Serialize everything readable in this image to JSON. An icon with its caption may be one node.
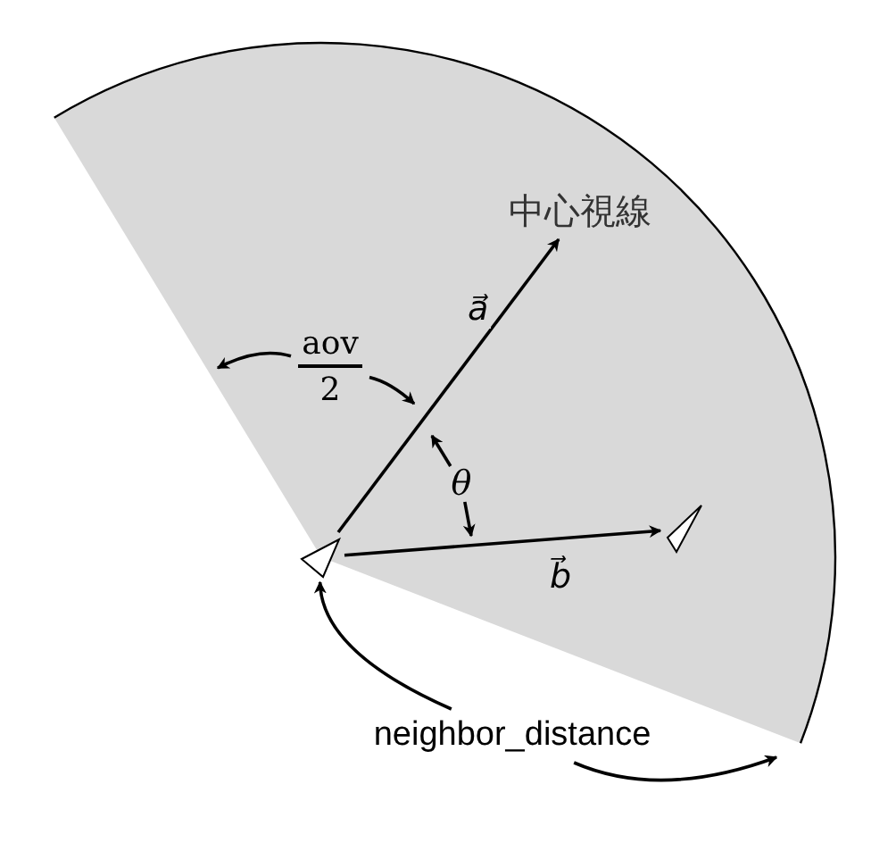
{
  "diagram": {
    "nodes": [
      {
        "text": [],
        "shape": "triangle"
      },
      {
        "text": [],
        "shape": "triangle"
      },
      {
        "text": [
          "中心視線"
        ]
      },
      {
        "text": [
          "aov",
          "2"
        ]
      },
      {
        "text": [
          "θ"
        ]
      },
      {
        "text": [
          "neighbor_distance"
        ]
      }
    ],
    "edges": [
      {
        "from": 0,
        "to": 2,
        "arrow": "to",
        "label": "a⃗"
      },
      {
        "from": 0,
        "to": 1,
        "arrow": "to",
        "label": "b⃗"
      },
      {
        "from": 3,
        "to": null,
        "arrow": "to"
      },
      {
        "from": 3,
        "to": null,
        "arrow": "to"
      },
      {
        "from": 4,
        "to": null,
        "arrow": "to"
      },
      {
        "from": 4,
        "to": null,
        "arrow": "to"
      },
      {
        "from": 5,
        "to": 0,
        "arrow": "to"
      },
      {
        "from": 5,
        "to": null,
        "arrow": "to"
      }
    ]
  }
}
